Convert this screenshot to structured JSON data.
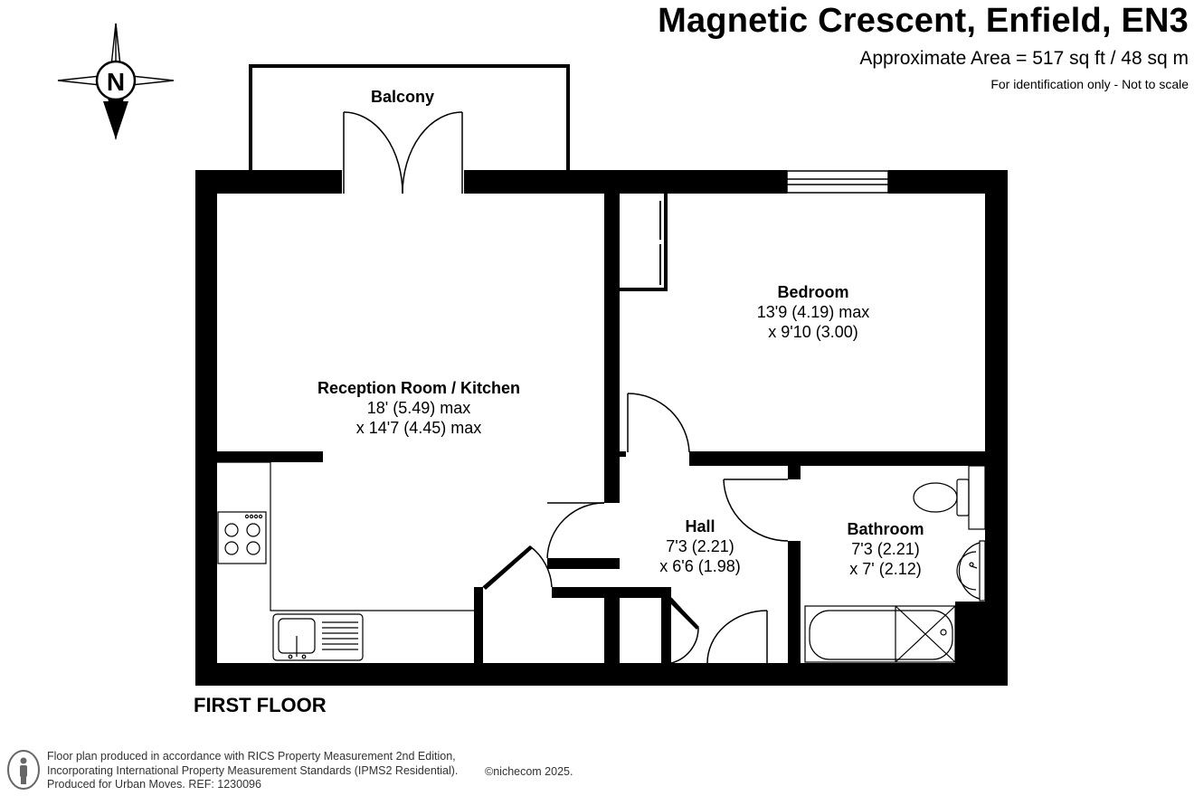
{
  "header": {
    "title": "Magnetic Crescent, Enfield, EN3",
    "area": "Approximate Area = 517 sq ft / 48 sq m",
    "identification": "For identification only - Not to scale"
  },
  "compass": {
    "letter": "N",
    "icon": "compass-icon"
  },
  "rooms": {
    "balcony": {
      "name": "Balcony"
    },
    "reception": {
      "name": "Reception Room / Kitchen",
      "dim1": "18' (5.49) max",
      "dim2": "x 14'7 (4.45) max"
    },
    "bedroom": {
      "name": "Bedroom",
      "dim1": "13'9 (4.19) max",
      "dim2": "x 9'10 (3.00)"
    },
    "hall": {
      "name": "Hall",
      "dim1": "7'3 (2.21)",
      "dim2": "x 6'6 (1.98)"
    },
    "bathroom": {
      "name": "Bathroom",
      "dim1": "7'3 (2.21)",
      "dim2": "x 7' (2.12)"
    }
  },
  "floor_label": "FIRST FLOOR",
  "footer": {
    "line1": "Floor plan produced in accordance with RICS Property Measurement 2nd Edition,",
    "line2": "Incorporating International Property Measurement Standards (IPMS2 Residential).",
    "line3": "Produced for Urban Moves.   REF: 1230096",
    "copyright": "©nichecom 2025.",
    "icon": "person-icon"
  }
}
